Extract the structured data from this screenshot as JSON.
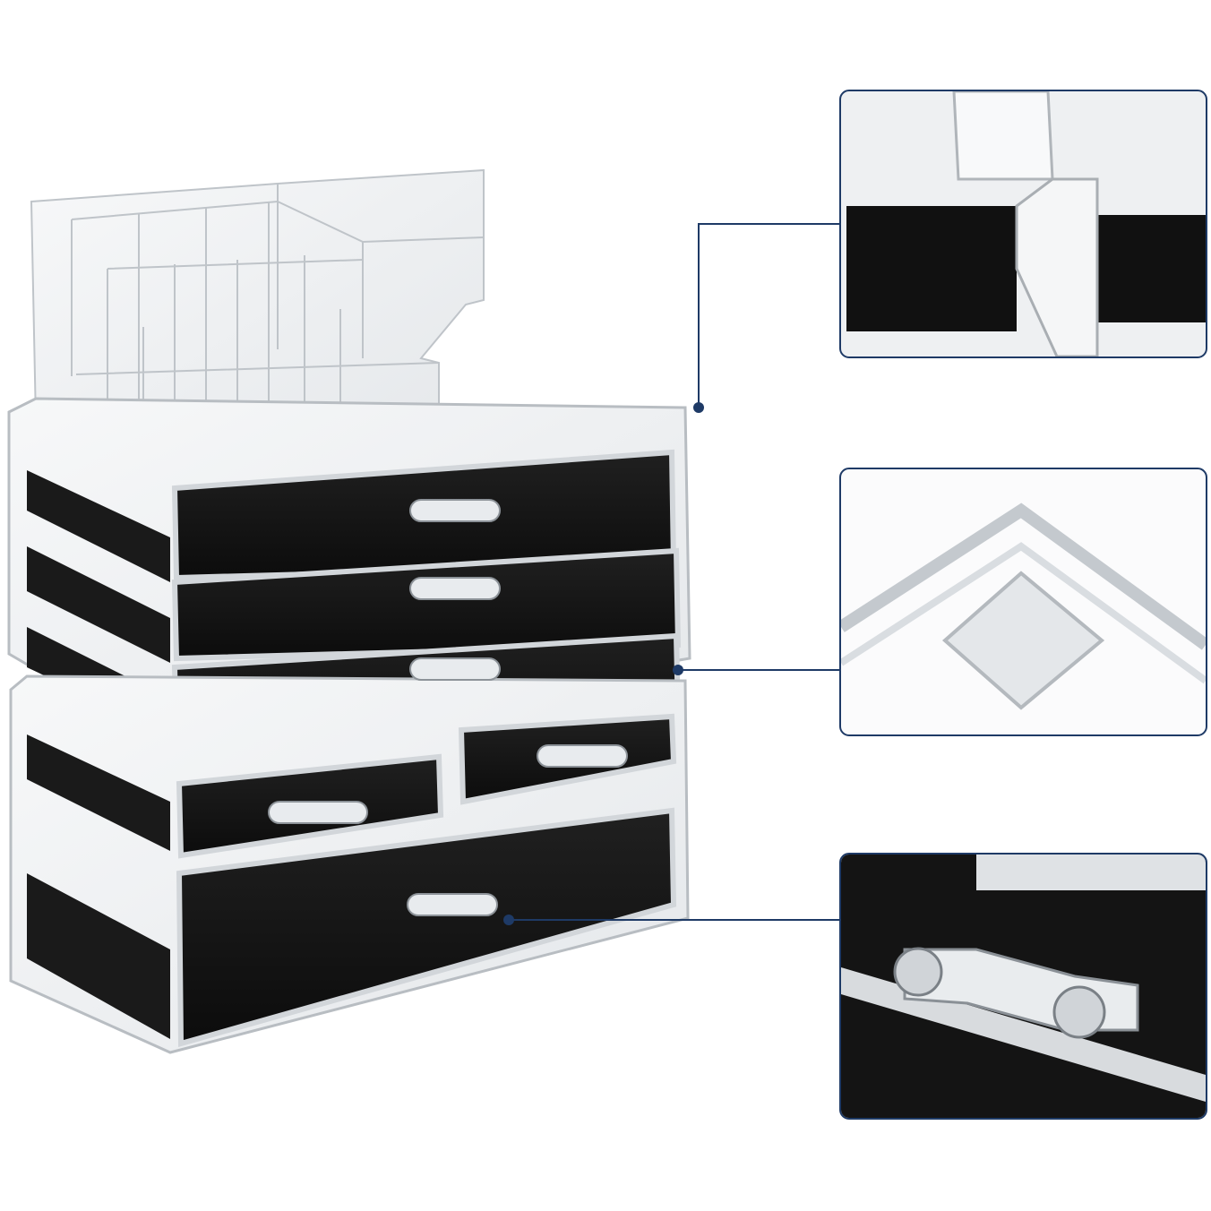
{
  "colors": {
    "background": "#ffffff",
    "callout": "#1e3a66",
    "acrylic_edge": "#c8ccd0",
    "velvet": "#141414"
  },
  "product": {
    "top_tray_compartments": 14,
    "upper_unit_drawers": 3,
    "lower_unit_small_drawers": 2,
    "lower_unit_large_drawers": 1
  },
  "callouts": [
    {
      "name": "corner-edge-detail"
    },
    {
      "name": "foot-pad-detail"
    },
    {
      "name": "handle-detail"
    }
  ]
}
